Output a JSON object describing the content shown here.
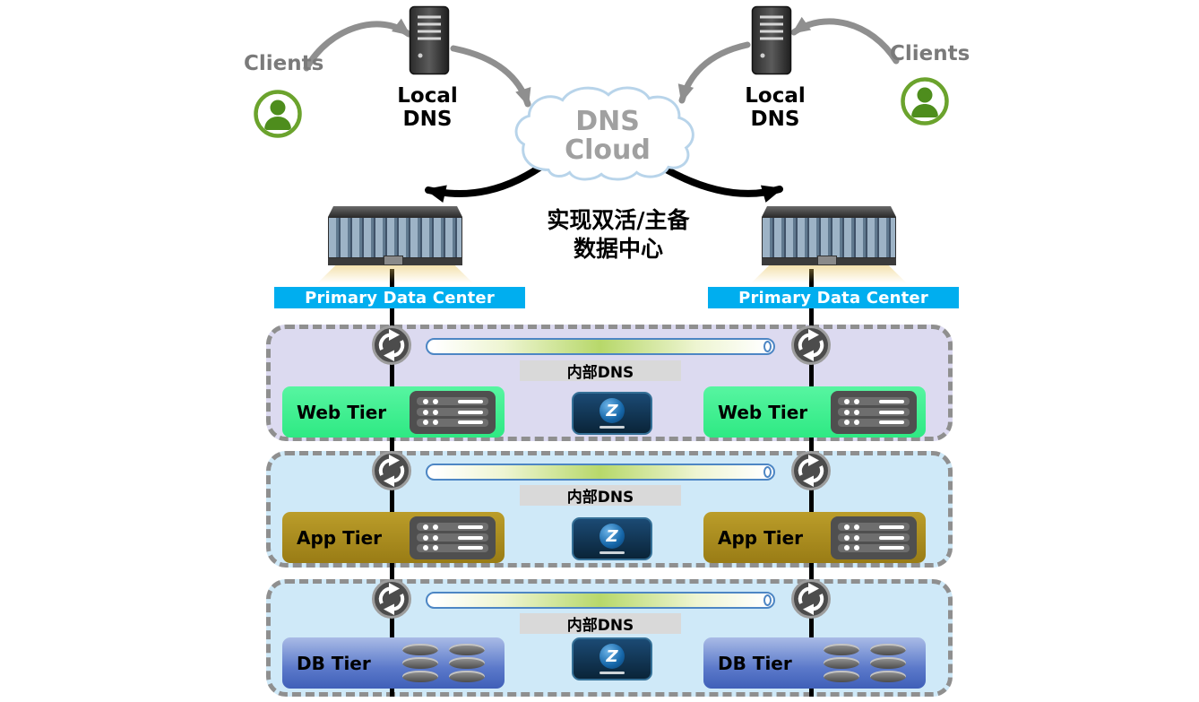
{
  "top": {
    "clients_left": "Clients",
    "clients_right": "Clients",
    "local_dns_left": "Local DNS",
    "local_dns_right": "Local DNS",
    "cloud": {
      "line1": "DNS",
      "line2": "Cloud"
    },
    "caption_line1": "实现双活/主备",
    "caption_line2": "数据中心"
  },
  "banners": {
    "left": "Primary Data Center",
    "right": "Primary Data Center"
  },
  "tiers": [
    {
      "id": "web",
      "left_label": "Web Tier",
      "right_label": "Web Tier",
      "dns_label": "内部DNS"
    },
    {
      "id": "app",
      "left_label": "App Tier",
      "right_label": "App Tier",
      "dns_label": "内部DNS"
    },
    {
      "id": "db",
      "left_label": "DB Tier",
      "right_label": "DB Tier",
      "dns_label": "内部DNS"
    }
  ],
  "z_logo": "Z",
  "icons": {
    "person": "user-in-green-circle",
    "local_dns": "server-tower",
    "cloud": "dns-cloud-shape",
    "datacenter": "server-room-building",
    "sync": "circular-arrows",
    "servers": "server-stack",
    "database": "cylinder-stack",
    "appliance": "z-dns-appliance"
  },
  "colors": {
    "banner": "#00aeef",
    "web_tier_zone": "#dcdaf0",
    "app_tier_zone": "#cfe9f8",
    "db_tier_zone": "#cfe9f8",
    "web_box": "#3df192",
    "app_box": "#ad8e1f",
    "db_box": "#4a6ac0",
    "capsule_border": "#4d86c4",
    "dashed_border": "#8f8f8f",
    "client_green": "#5a9427"
  }
}
